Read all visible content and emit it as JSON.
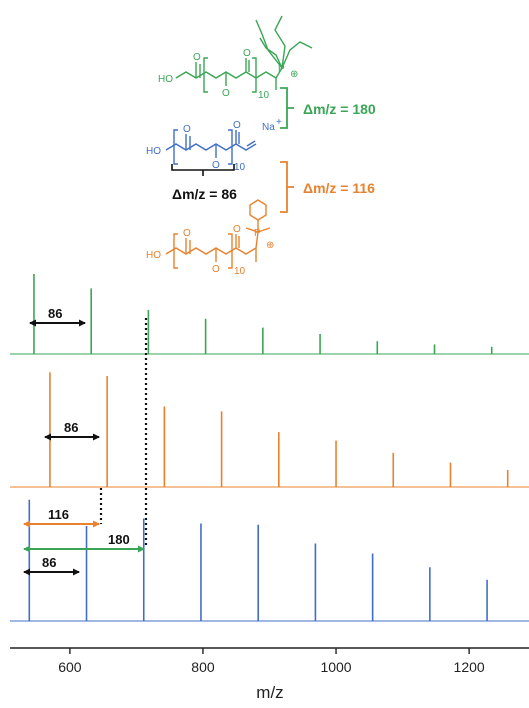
{
  "colors": {
    "green": "#3aa655",
    "orange": "#e8822e",
    "blue": "#3f6fc5",
    "black": "#111111",
    "axis": "#222222"
  },
  "structures": {
    "ho": "HO",
    "o": "O",
    "n": "10",
    "na": "Na",
    "na_charge": "+",
    "p": "P",
    "plus": "⊕"
  },
  "annotations": {
    "delta_top": "Δm/z = 180",
    "delta_mid": "Δm/z = 116",
    "delta_bottom": "Δm/z = 86",
    "arrow_green_86": "86",
    "arrow_orange_86": "86",
    "arrow_blue_116": "116",
    "arrow_blue_180": "180",
    "arrow_blue_86": "86"
  },
  "chart_data": {
    "type": "line",
    "xlabel": "m/z",
    "xlim": [
      510,
      1290
    ],
    "xticks": [
      600,
      800,
      1000,
      1200
    ],
    "series": [
      {
        "color": "green",
        "peaks": [
          {
            "x": 546,
            "y": 1.0
          },
          {
            "x": 632,
            "y": 0.82
          },
          {
            "x": 718,
            "y": 0.55
          },
          {
            "x": 804,
            "y": 0.44
          },
          {
            "x": 890,
            "y": 0.33
          },
          {
            "x": 976,
            "y": 0.25
          },
          {
            "x": 1062,
            "y": 0.16
          },
          {
            "x": 1148,
            "y": 0.12
          },
          {
            "x": 1234,
            "y": 0.09
          }
        ]
      },
      {
        "color": "orange",
        "peaks": [
          {
            "x": 570,
            "y": 0.94
          },
          {
            "x": 656,
            "y": 0.91
          },
          {
            "x": 742,
            "y": 0.66
          },
          {
            "x": 828,
            "y": 0.62
          },
          {
            "x": 914,
            "y": 0.45
          },
          {
            "x": 1000,
            "y": 0.38
          },
          {
            "x": 1086,
            "y": 0.28
          },
          {
            "x": 1172,
            "y": 0.2
          },
          {
            "x": 1258,
            "y": 0.14
          }
        ]
      },
      {
        "color": "blue",
        "peaks": [
          {
            "x": 539,
            "y": 0.97
          },
          {
            "x": 625,
            "y": 0.76
          },
          {
            "x": 711,
            "y": 0.82
          },
          {
            "x": 797,
            "y": 0.78
          },
          {
            "x": 883,
            "y": 0.77
          },
          {
            "x": 969,
            "y": 0.62
          },
          {
            "x": 1055,
            "y": 0.54
          },
          {
            "x": 1141,
            "y": 0.43
          },
          {
            "x": 1227,
            "y": 0.33
          }
        ]
      }
    ]
  }
}
